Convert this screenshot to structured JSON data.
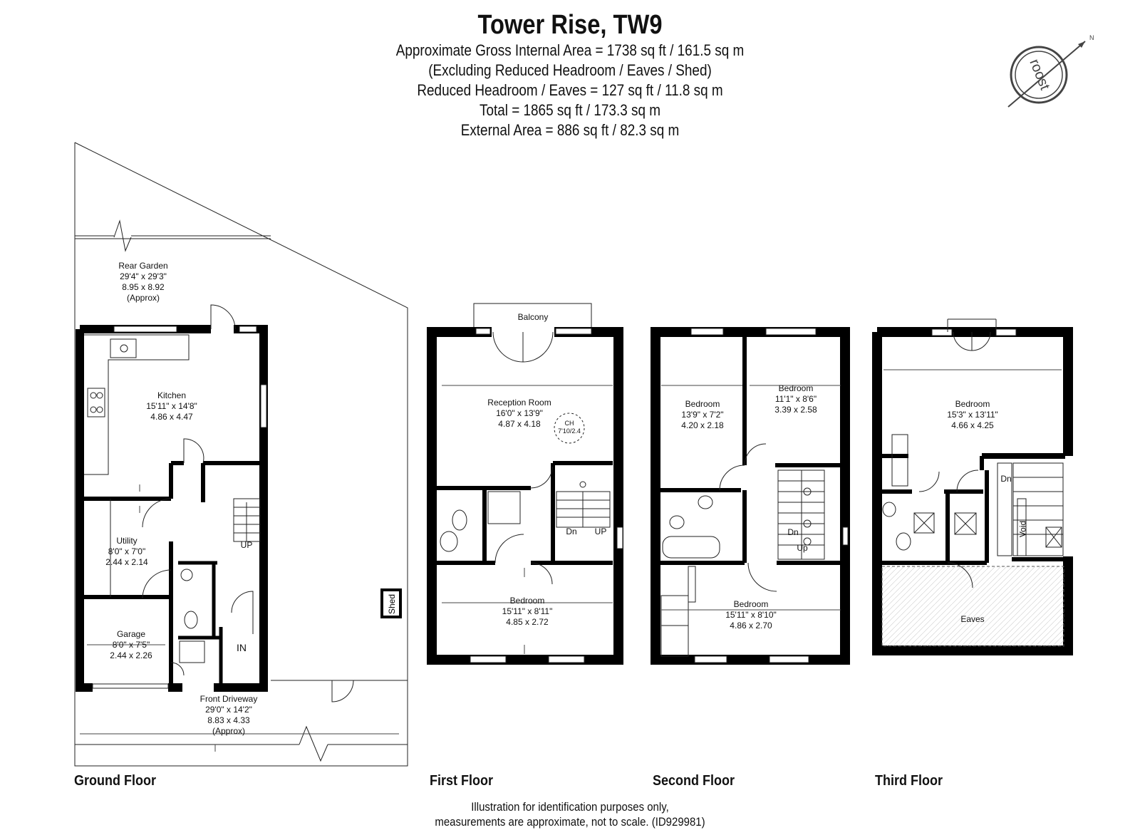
{
  "header": {
    "title": "Tower Rise, TW9",
    "lines": [
      "Approximate Gross Internal Area = 1738 sq ft / 161.5 sq m",
      "(Excluding Reduced Headroom / Eaves / Shed)",
      "Reduced Headroom / Eaves = 127 sq ft / 11.8 sq m",
      "Total = 1865 sq ft / 173.3 sq m",
      "External Area = 886 sq ft / 82.3 sq m"
    ]
  },
  "logo": {
    "text": "roost",
    "north": "N"
  },
  "floors": {
    "ground": "Ground Floor",
    "first": "First Floor",
    "second": "Second Floor",
    "third": "Third Floor"
  },
  "rooms": {
    "rear_garden": {
      "name": "Rear Garden",
      "imperial": "29'4\" x 29'3\"",
      "metric": "8.95 x 8.92",
      "note": "(Approx)"
    },
    "kitchen": {
      "name": "Kitchen",
      "imperial": "15'11\" x 14'8\"",
      "metric": "4.86 x 4.47"
    },
    "utility": {
      "name": "Utility",
      "imperial": "8'0\" x 7'0\"",
      "metric": "2.44 x 2.14"
    },
    "garage": {
      "name": "Garage",
      "imperial": "8'0\" x 7'5\"",
      "metric": "2.44 x 2.26"
    },
    "front_driveway": {
      "name": "Front Driveway",
      "imperial": "29'0\" x 14'2\"",
      "metric": "8.83 x 4.33",
      "note": "(Approx)"
    },
    "balcony": {
      "name": "Balcony"
    },
    "reception": {
      "name": "Reception Room",
      "imperial": "16'0\" x 13'9\"",
      "metric": "4.87 x 4.18"
    },
    "ch": {
      "name": "CH",
      "value": "7'10/2.4"
    },
    "bed_first": {
      "name": "Bedroom",
      "imperial": "15'11\" x 8'11\"",
      "metric": "4.85 x 2.72"
    },
    "bed_2a": {
      "name": "Bedroom",
      "imperial": "13'9\" x 7'2\"",
      "metric": "4.20 x 2.18"
    },
    "bed_2b": {
      "name": "Bedroom",
      "imperial": "11'1\" x 8'6\"",
      "metric": "3.39 x 2.58"
    },
    "bed_2c": {
      "name": "Bedroom",
      "imperial": "15'11\" x 8'10\"",
      "metric": "4.86 x 2.70"
    },
    "bed_third": {
      "name": "Bedroom",
      "imperial": "15'3\" x 13'11\"",
      "metric": "4.66 x 4.25"
    },
    "eaves": {
      "name": "Eaves"
    }
  },
  "marks": {
    "up": "UP",
    "up_lower": "Up",
    "dn": "Dn",
    "in": "IN",
    "shed": "Shed",
    "void": "Void"
  },
  "footer": {
    "line1": "Illustration for identification purposes only,",
    "line2": "measurements are approximate, not to scale. (ID929981)"
  }
}
